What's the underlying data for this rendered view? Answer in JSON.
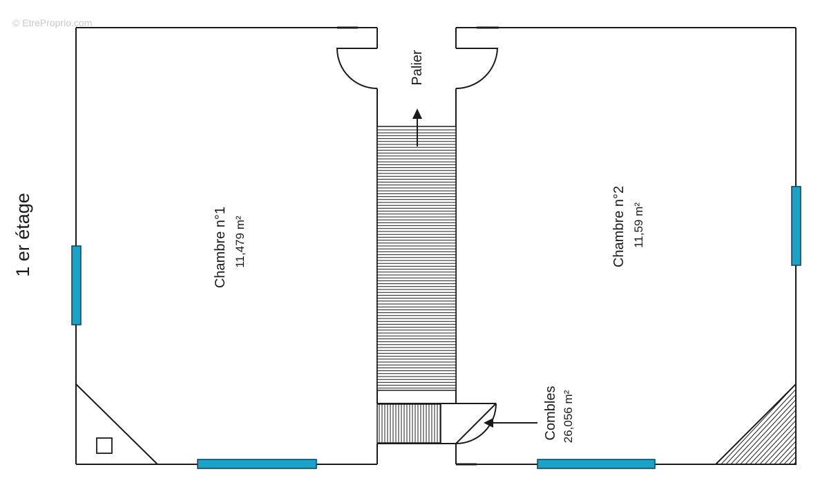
{
  "watermark": "© EtreProprio.com",
  "floor_label": "1 er étage",
  "rooms": {
    "chambre1": {
      "name": "Chambre n°1",
      "area": "11,479 m²"
    },
    "chambre2": {
      "name": "Chambre n°2",
      "area": "11,59 m²"
    },
    "palier": {
      "name": "Palier"
    },
    "combles": {
      "name": "Combles",
      "area": "26,056 m²"
    }
  },
  "colors": {
    "wall": "#1a1a1a",
    "window": "#1aa3c8",
    "window_outline": "#0b3f55"
  }
}
